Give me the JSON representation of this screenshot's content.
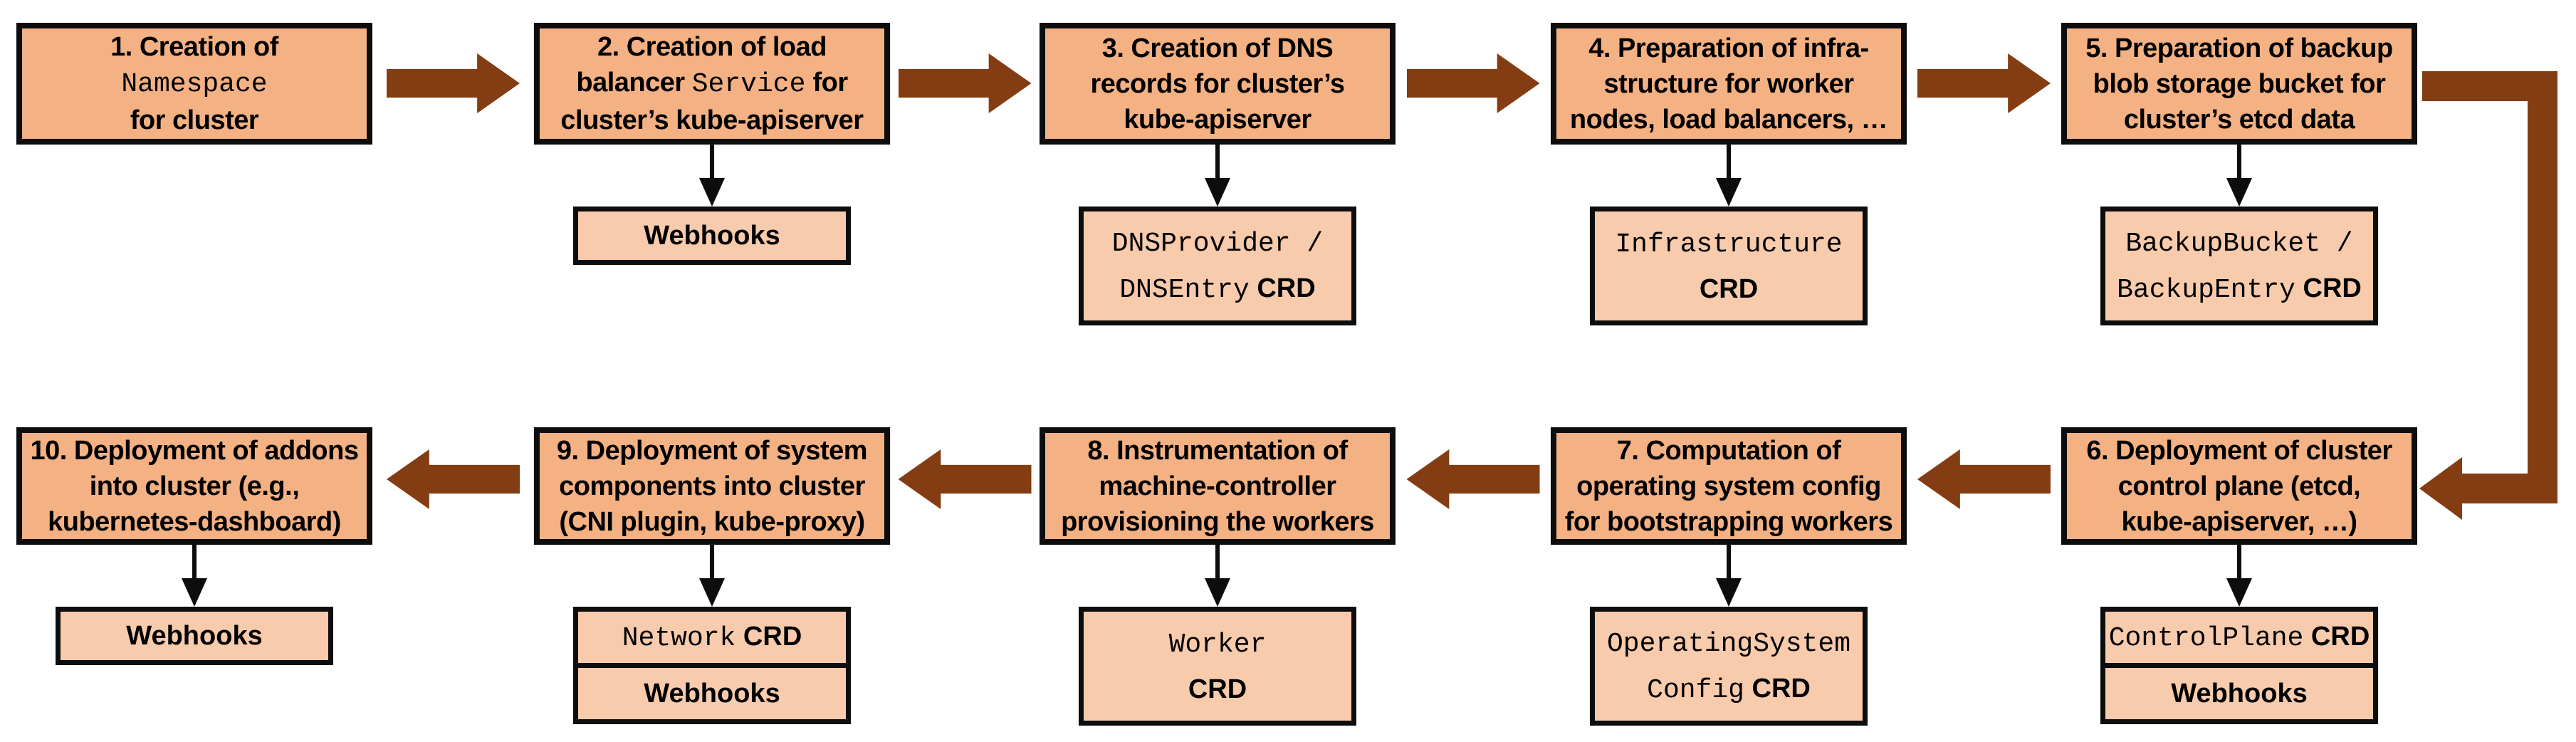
{
  "diagram": {
    "description": "Cluster creation flow diagram with ten sequential steps and their extension resources",
    "colors": {
      "box_fill": "#F4B183",
      "sub_fill": "#F8CBAD",
      "arrow_color": "#843C12",
      "border_color": "#0D0D0D",
      "background": "#FFFFFF",
      "text_color": "#000000"
    },
    "steps": [
      {
        "id": "1",
        "row": 0,
        "col": 0,
        "lines": [
          [
            {
              "t": "1. Creation of"
            }
          ],
          [
            {
              "t": "Namespace",
              "mono": true
            }
          ],
          [
            {
              "t": "for cluster"
            }
          ]
        ],
        "sub": null
      },
      {
        "id": "2",
        "row": 0,
        "col": 1,
        "lines": [
          [
            {
              "t": "2. Creation of load"
            }
          ],
          [
            {
              "t": "balancer "
            },
            {
              "t": "Service",
              "mono": true
            },
            {
              "t": " for"
            }
          ],
          [
            {
              "t": "cluster’s kube-apiserver"
            }
          ]
        ],
        "sub": {
          "cells": [
            {
              "lines": [
                [
                  {
                    "t": "Webhooks",
                    "b": true
                  }
                ]
              ]
            }
          ]
        }
      },
      {
        "id": "3",
        "row": 0,
        "col": 2,
        "lines": [
          [
            {
              "t": "3. Creation of DNS"
            }
          ],
          [
            {
              "t": "records for cluster’s"
            }
          ],
          [
            {
              "t": "kube-apiserver"
            }
          ]
        ],
        "sub": {
          "cells": [
            {
              "lines": [
                [
                  {
                    "t": "DNSProvider /",
                    "mono": true
                  }
                ],
                [
                  {
                    "t": "DNSEntry",
                    "mono": true
                  },
                  {
                    "t": " CRD",
                    "b": true
                  }
                ]
              ]
            }
          ]
        }
      },
      {
        "id": "4",
        "row": 0,
        "col": 3,
        "lines": [
          [
            {
              "t": "4. Preparation of infra-"
            }
          ],
          [
            {
              "t": "structure for worker"
            }
          ],
          [
            {
              "t": "nodes, load balancers, …"
            }
          ]
        ],
        "sub": {
          "cells": [
            {
              "lines": [
                [
                  {
                    "t": "Infrastructure",
                    "mono": true
                  }
                ],
                [
                  {
                    "t": "CRD",
                    "b": true
                  }
                ]
              ]
            }
          ]
        }
      },
      {
        "id": "5",
        "row": 0,
        "col": 4,
        "lines": [
          [
            {
              "t": "5. Preparation of backup"
            }
          ],
          [
            {
              "t": "blob storage bucket for"
            }
          ],
          [
            {
              "t": "cluster’s etcd data"
            }
          ]
        ],
        "sub": {
          "cells": [
            {
              "lines": [
                [
                  {
                    "t": "BackupBucket /",
                    "mono": true
                  }
                ],
                [
                  {
                    "t": "BackupEntry",
                    "mono": true
                  },
                  {
                    "t": " CRD",
                    "b": true
                  }
                ]
              ]
            }
          ]
        }
      },
      {
        "id": "6",
        "row": 1,
        "col": 4,
        "lines": [
          [
            {
              "t": "6. Deployment of cluster"
            }
          ],
          [
            {
              "t": "control plane (etcd,"
            }
          ],
          [
            {
              "t": "kube-apiserver, …)"
            }
          ]
        ],
        "sub": {
          "cells": [
            {
              "lines": [
                [
                  {
                    "t": "ControlPlane",
                    "mono": true
                  },
                  {
                    "t": " CRD",
                    "b": true
                  }
                ]
              ]
            },
            {
              "lines": [
                [
                  {
                    "t": "Webhooks",
                    "b": true
                  }
                ]
              ]
            }
          ]
        }
      },
      {
        "id": "7",
        "row": 1,
        "col": 3,
        "lines": [
          [
            {
              "t": "7. Computation of"
            }
          ],
          [
            {
              "t": "operating system config"
            }
          ],
          [
            {
              "t": "for bootstrapping workers"
            }
          ]
        ],
        "sub": {
          "cells": [
            {
              "lines": [
                [
                  {
                    "t": "OperatingSystem",
                    "mono": true
                  }
                ],
                [
                  {
                    "t": "Config",
                    "mono": true
                  },
                  {
                    "t": " CRD",
                    "b": true
                  }
                ]
              ]
            }
          ]
        }
      },
      {
        "id": "8",
        "row": 1,
        "col": 2,
        "lines": [
          [
            {
              "t": "8. Instrumentation of"
            }
          ],
          [
            {
              "t": "machine-controller"
            }
          ],
          [
            {
              "t": "provisioning the workers"
            }
          ]
        ],
        "sub": {
          "cells": [
            {
              "lines": [
                [
                  {
                    "t": "Worker",
                    "mono": true
                  }
                ],
                [
                  {
                    "t": "CRD",
                    "b": true
                  }
                ]
              ]
            }
          ]
        }
      },
      {
        "id": "9",
        "row": 1,
        "col": 1,
        "lines": [
          [
            {
              "t": "9. Deployment of system"
            }
          ],
          [
            {
              "t": "components into cluster"
            }
          ],
          [
            {
              "t": "(CNI plugin, kube-proxy)"
            }
          ]
        ],
        "sub": {
          "cells": [
            {
              "lines": [
                [
                  {
                    "t": "Network",
                    "mono": true
                  },
                  {
                    "t": " CRD",
                    "b": true
                  }
                ]
              ]
            },
            {
              "lines": [
                [
                  {
                    "t": "Webhooks",
                    "b": true
                  }
                ]
              ]
            }
          ]
        }
      },
      {
        "id": "10",
        "row": 1,
        "col": 0,
        "lines": [
          [
            {
              "t": "10. Deployment of addons"
            }
          ],
          [
            {
              "t": "into cluster (e.g.,"
            }
          ],
          [
            {
              "t": "kubernetes-dashboard)"
            }
          ]
        ],
        "sub": {
          "cells": [
            {
              "lines": [
                [
                  {
                    "t": "Webhooks",
                    "b": true
                  }
                ]
              ]
            }
          ]
        }
      }
    ],
    "connections": [
      {
        "from": "Step 1",
        "to": "Step 2",
        "type": "block-arrow-right"
      },
      {
        "from": "Step 2",
        "to": "Step 3",
        "type": "block-arrow-right"
      },
      {
        "from": "Step 3",
        "to": "Step 4",
        "type": "block-arrow-right"
      },
      {
        "from": "Step 4",
        "to": "Step 5",
        "type": "block-arrow-right"
      },
      {
        "from": "Step 5",
        "to": "Step 6",
        "type": "elbow-arrow-right-down-left"
      },
      {
        "from": "Step 6",
        "to": "Step 7",
        "type": "block-arrow-left"
      },
      {
        "from": "Step 7",
        "to": "Step 8",
        "type": "block-arrow-left"
      },
      {
        "from": "Step 8",
        "to": "Step 9",
        "type": "block-arrow-left"
      },
      {
        "from": "Step 9",
        "to": "Step 10",
        "type": "block-arrow-left"
      }
    ]
  }
}
